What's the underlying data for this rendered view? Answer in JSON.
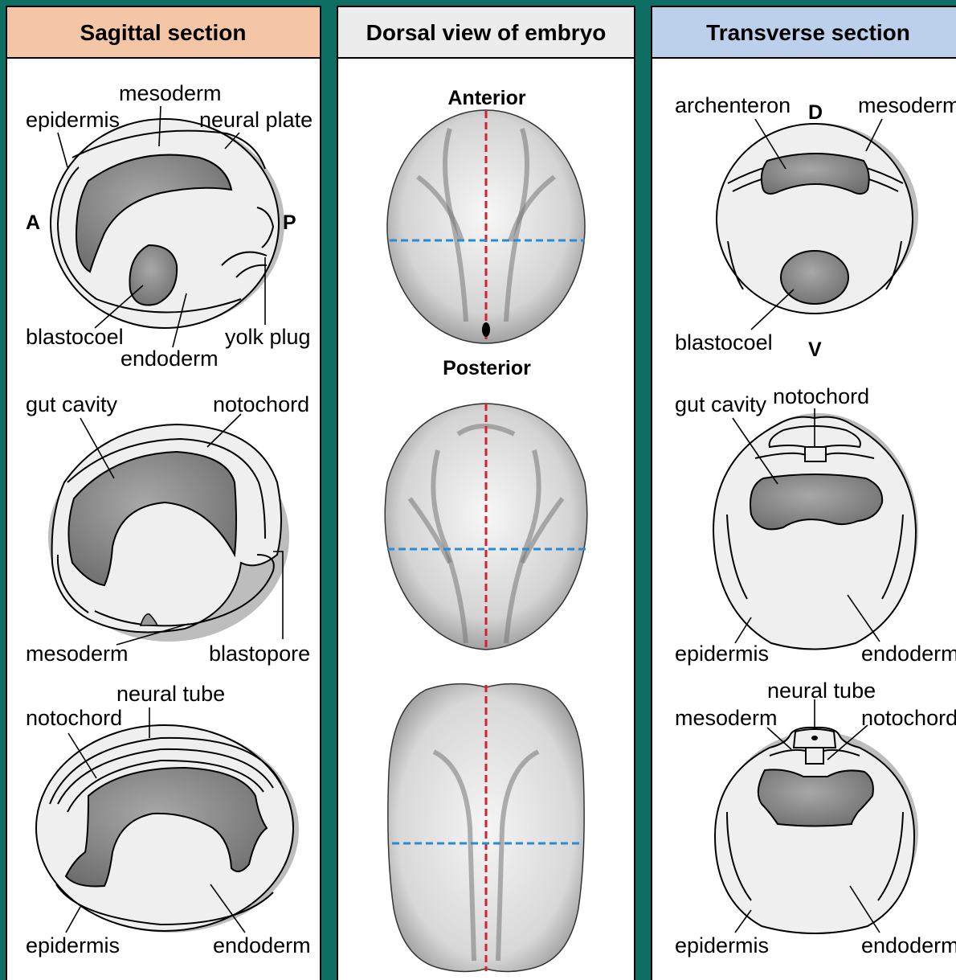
{
  "headers": {
    "sagittal": "Sagittal section",
    "dorsal": "Dorsal view of embryo",
    "transverse": "Transverse section"
  },
  "colors": {
    "sagittal_header": "#f5c6a6",
    "dorsal_header": "#ececec",
    "transverse_header": "#bcd0ec",
    "frame": "#0f6e63",
    "plane_sagittal": "#d8202a",
    "plane_transverse": "#2a8bd0"
  },
  "sagittal": {
    "row1": {
      "mesoderm": "mesoderm",
      "epidermis": "epidermis",
      "neural_plate": "neural plate",
      "a": "A",
      "p": "P",
      "blastocoel": "blastocoel",
      "yolk_plug": "yolk plug",
      "endoderm": "endoderm"
    },
    "row2": {
      "gut_cavity": "gut cavity",
      "notochord": "notochord",
      "mesoderm": "mesoderm",
      "blastopore": "blastopore"
    },
    "row3": {
      "neural_tube": "neural tube",
      "notochord": "notochord",
      "epidermis": "epidermis",
      "endoderm": "endoderm"
    }
  },
  "dorsal": {
    "anterior": "Anterior",
    "posterior": "Posterior"
  },
  "transverse": {
    "row1": {
      "archenteron": "archenteron",
      "d": "D",
      "mesoderm": "mesoderm",
      "blastocoel": "blastocoel",
      "v": "V"
    },
    "row2": {
      "gut_cavity": "gut cavity",
      "notochord": "notochord",
      "epidermis": "epidermis",
      "endoderm": "endoderm"
    },
    "row3": {
      "neural_tube": "neural tube",
      "mesoderm": "mesoderm",
      "notochord": "notochord",
      "epidermis": "epidermis",
      "endoderm": "endoderm"
    }
  }
}
